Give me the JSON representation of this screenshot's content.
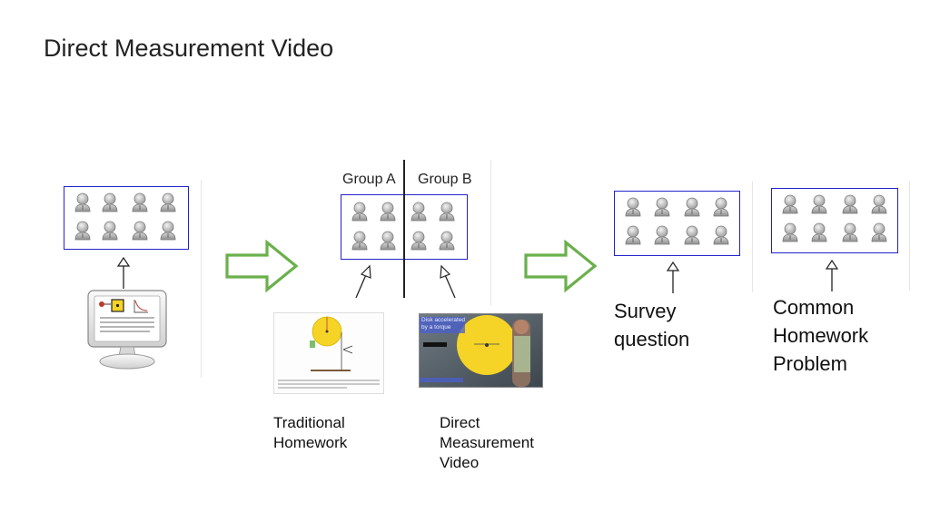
{
  "slide": {
    "title": "Direct Measurement Video"
  },
  "groups": {
    "group_a_label": "Group A",
    "group_b_label": "Group B"
  },
  "captions": {
    "traditional_homework": "Traditional\nHomework",
    "direct_measurement_video": "Direct\nMeasurement\nVideo",
    "survey_question": "Survey\nquestion",
    "common_homework_problem": "Common\nHomework\nProblem"
  },
  "thumbnail": {
    "video_overlay_text": "Disk accelerated\nby a torque"
  },
  "colors": {
    "box_border": "#2222cc",
    "flow_arrow": "#6ab04c",
    "disk": "#f5d327",
    "person": "#a8a8a8"
  },
  "icons": {
    "person": "person-icon",
    "flow_arrow": "right-arrow-icon",
    "pointer_arrow": "up-arrow-icon",
    "computer": "computer-monitor-icon"
  }
}
